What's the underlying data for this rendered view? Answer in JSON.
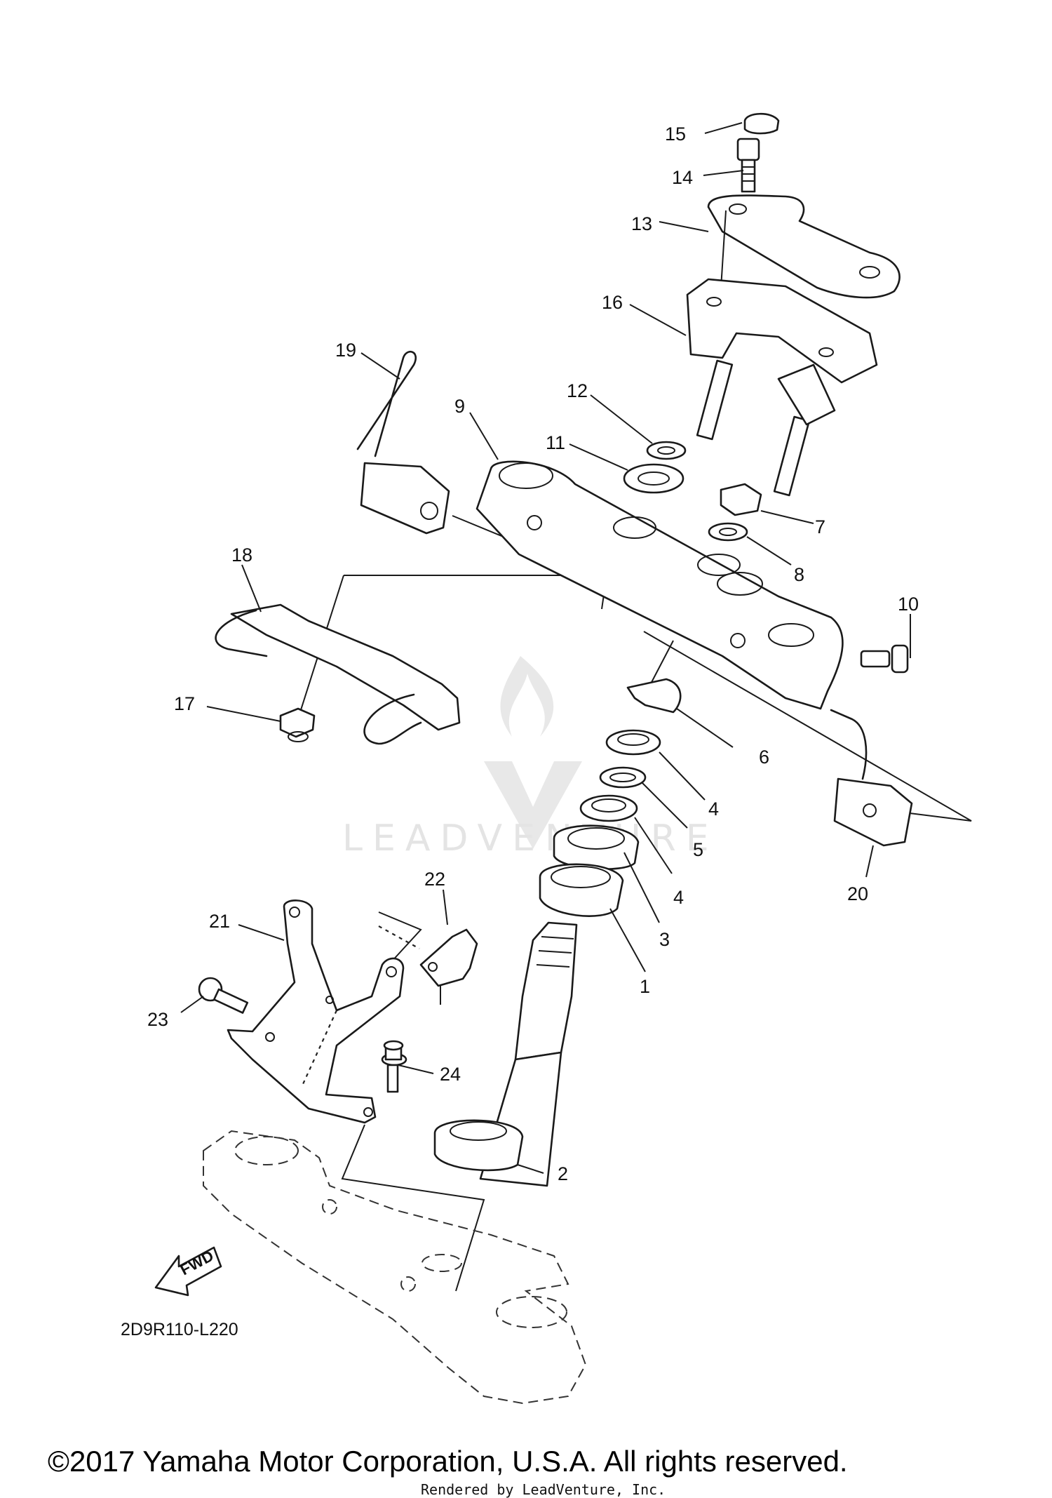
{
  "diagram_code": "2D9R110-L220",
  "fwd_label": "FWD",
  "watermark": "LEADVENTURE",
  "copyright": "©2017 Yamaha Motor Corporation, U.S.A. All rights reserved.",
  "rendered_by": "Rendered by LeadVenture, Inc.",
  "callouts": {
    "c1": "1",
    "c2": "2",
    "c3": "3",
    "c4a": "4",
    "c4b": "4",
    "c5": "5",
    "c6": "6",
    "c7": "7",
    "c8": "8",
    "c9": "9",
    "c10": "10",
    "c11": "11",
    "c12": "12",
    "c13": "13",
    "c14": "14",
    "c15": "15",
    "c16": "16",
    "c17": "17",
    "c18": "18",
    "c19": "19",
    "c20": "20",
    "c21": "21",
    "c22": "22",
    "c23": "23",
    "c24": "24"
  }
}
